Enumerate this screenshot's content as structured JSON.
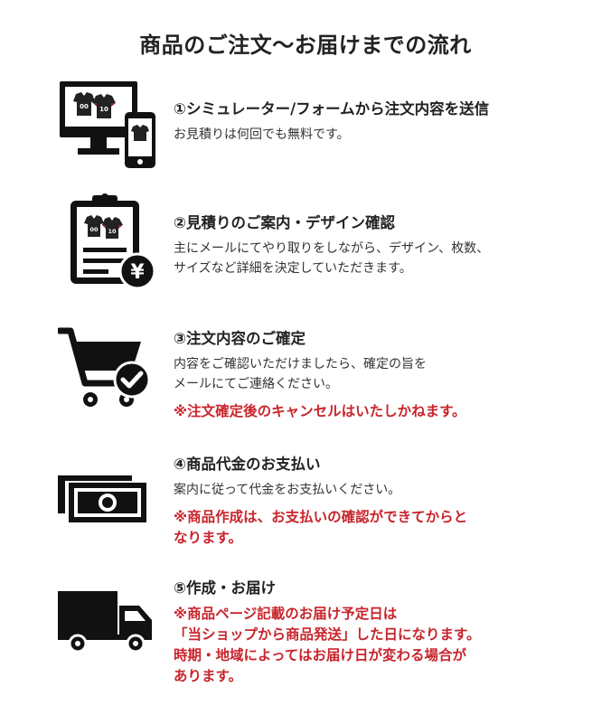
{
  "page": {
    "title": "商品のご注文〜お届けまでの流れ"
  },
  "colors": {
    "text": "#222222",
    "warning": "#c8242b",
    "icon": "#111111",
    "shirt_red": "#a3232a"
  },
  "shirt_numbers": [
    "00",
    "10"
  ],
  "yen_symbol": "¥",
  "steps": [
    {
      "icon": "computer-and-phone-icon",
      "title": "①シミュレーター/フォームから注文内容を送信",
      "body": [
        "お見積りは何回でも無料です。"
      ]
    },
    {
      "icon": "clipboard-estimate-icon",
      "title": "②見積りのご案内・デザイン確認",
      "body": [
        "主にメールにてやり取りをしながら、デザイン、枚数、",
        "サイズなど詳細を決定していただきます。"
      ]
    },
    {
      "icon": "shopping-cart-check-icon",
      "title": "③注文内容のご確定",
      "body": [
        "内容をご確認いただけましたら、確定の旨を",
        "メールにてご連絡ください。"
      ],
      "warning": [
        "※注文確定後のキャンセルはいたしかねます。"
      ]
    },
    {
      "icon": "banknotes-icon",
      "title": "④商品代金のお支払い",
      "body": [
        "案内に従って代金をお支払いください。"
      ],
      "warning": [
        "※商品作成は、お支払いの確認ができてからと",
        "なります。"
      ]
    },
    {
      "icon": "delivery-truck-icon",
      "title": "⑤作成・お届け",
      "warning": [
        "※商品ページ記載のお届け予定日は",
        "「当ショップから商品発送」した日になります。",
        "時期・地域によってはお届け日が変わる場合が",
        "あります。"
      ]
    }
  ]
}
